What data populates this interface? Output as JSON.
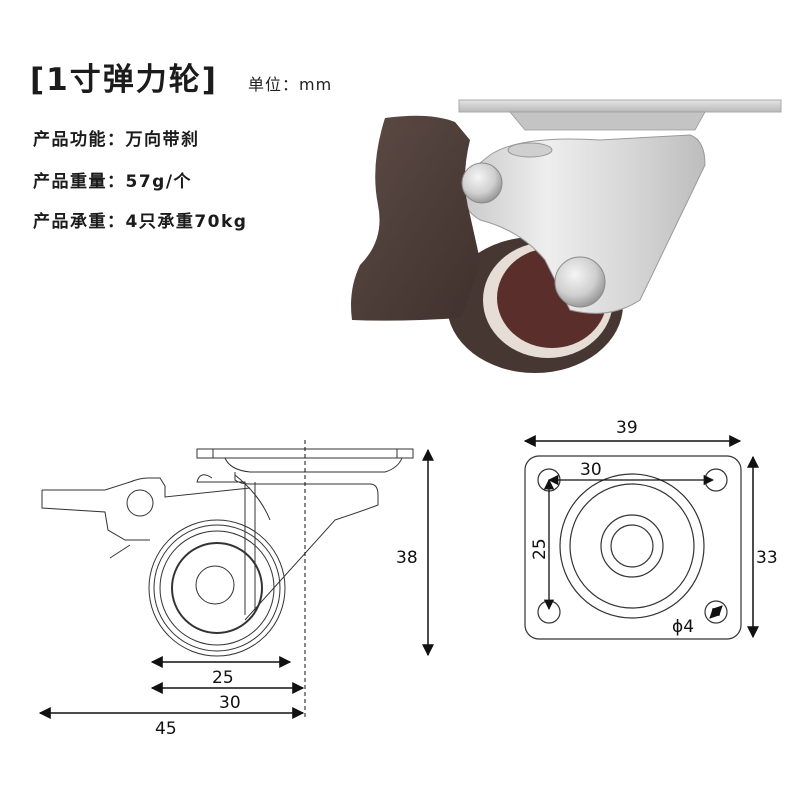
{
  "header": {
    "title": "[1寸弹力轮]",
    "unit": "单位：mm"
  },
  "specs": [
    {
      "label": "产品功能：",
      "value": "万向带刹"
    },
    {
      "label": "产品重量：",
      "value": "57g/个"
    },
    {
      "label": "产品承重：",
      "value": "4只承重70kg"
    }
  ],
  "photo": {
    "subject": "brake-caster-wheel",
    "colors": {
      "wheel": "#4a3a36",
      "brake": "#4f3f3a",
      "metal": "#d8d8d8",
      "hub": "#e6ddd6"
    }
  },
  "side_view": {
    "dimensions": {
      "height": "38",
      "wheel_diameter": "25",
      "wheel_to_center": "30",
      "overall_length": "45"
    }
  },
  "top_view": {
    "dimensions": {
      "plate_width": "39",
      "plate_height": "33",
      "hole_spacing_x": "30",
      "hole_spacing_y": "25",
      "hole_diameter": "ϕ4"
    }
  }
}
